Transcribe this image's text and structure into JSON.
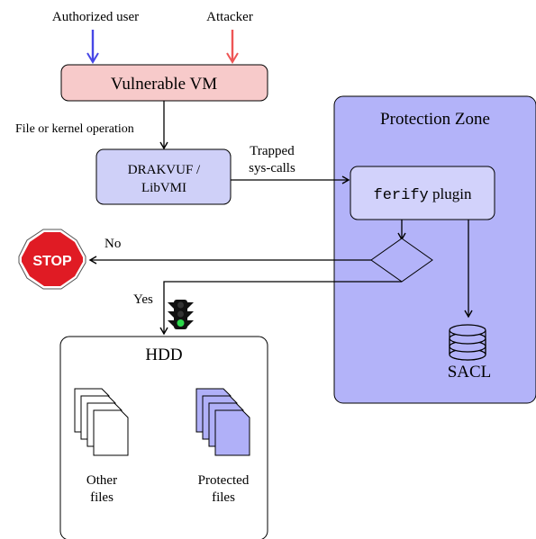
{
  "actors": {
    "authorized_user": "Authorized user",
    "attacker": "Attacker"
  },
  "vm": {
    "label": "Vulnerable VM"
  },
  "edges": {
    "file_op": "File or kernel operation",
    "trapped_line1": "Trapped",
    "trapped_line2": "sys-calls",
    "no": "No",
    "yes": "Yes"
  },
  "drakvuf": {
    "line1": "DRAKVUF /",
    "line2": "LibVMI"
  },
  "protection_zone": {
    "title": "Protection Zone",
    "plugin_mono": "ferify",
    "plugin_rest": " plugin",
    "store_label": "SACL"
  },
  "stop_sign": {
    "label": "STOP"
  },
  "hdd": {
    "title": "HDD",
    "other_line1": "Other",
    "other_line2": "files",
    "protected_line1": "Protected",
    "protected_line2": "files"
  },
  "colors": {
    "user_arrow": "#4646e6",
    "attacker_arrow": "#ee5555",
    "vm_fill": "#f7caca",
    "node_fill": "#cfd0f8",
    "zone_fill": "#b3b3f9",
    "plugin_fill": "#d2d2fb",
    "protected_file_fill": "#b0b0f8",
    "stop_red": "#e01b24",
    "light_green": "#2bd84a"
  }
}
